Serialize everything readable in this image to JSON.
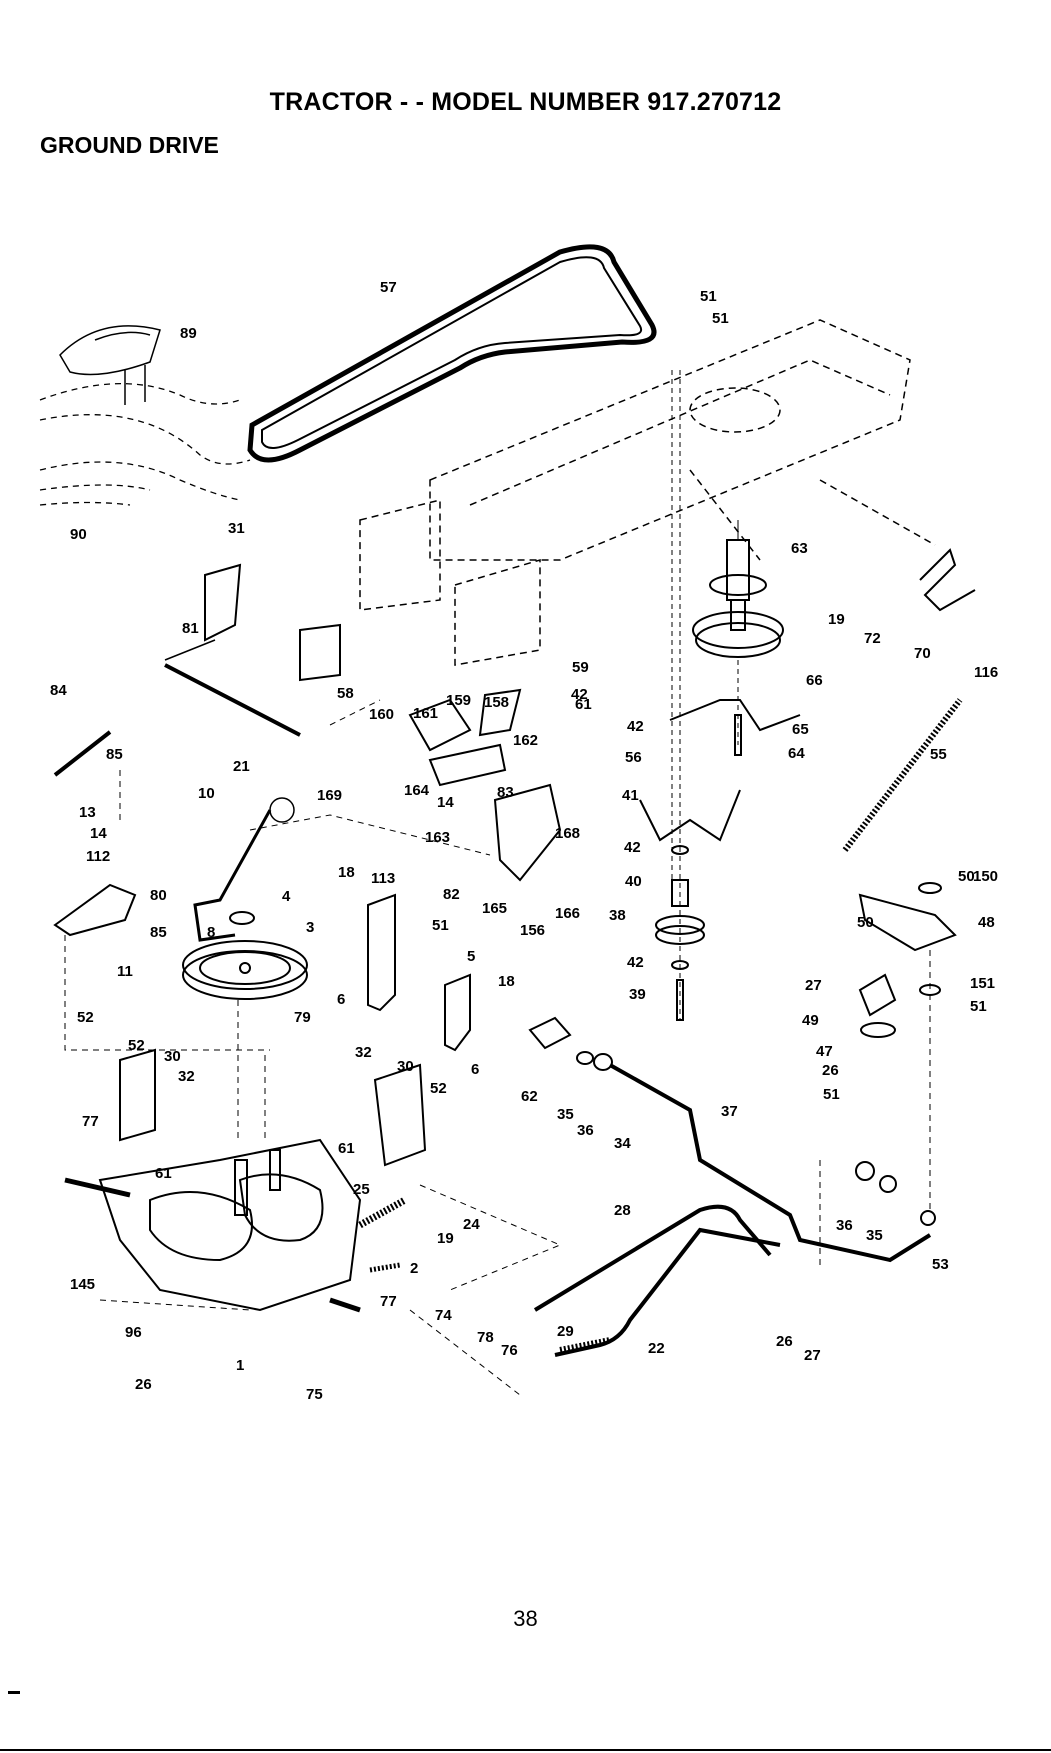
{
  "page": {
    "title": "TRACTOR - - MODEL NUMBER 917.270712",
    "section": "GROUND DRIVE",
    "page_number": "38"
  },
  "callouts": [
    "57",
    "51",
    "51",
    "89",
    "90",
    "31",
    "81",
    "58",
    "84",
    "85",
    "21",
    "10",
    "8",
    "13",
    "14",
    "112",
    "80",
    "85",
    "11",
    "160",
    "161",
    "159",
    "158",
    "162",
    "169",
    "164",
    "14",
    "83",
    "163",
    "168",
    "18",
    "113",
    "82",
    "165",
    "156",
    "166",
    "4",
    "3",
    "51",
    "5",
    "18",
    "6",
    "79",
    "6",
    "52",
    "52",
    "30",
    "32",
    "77",
    "61",
    "32",
    "30",
    "52",
    "61",
    "25",
    "24",
    "19",
    "2",
    "77",
    "145",
    "96",
    "26",
    "1",
    "74",
    "78",
    "76",
    "75",
    "29",
    "22",
    "28",
    "59",
    "42",
    "61",
    "42",
    "56",
    "41",
    "42",
    "40",
    "38",
    "42",
    "39",
    "62",
    "35",
    "36",
    "34",
    "37",
    "63",
    "19",
    "72",
    "70",
    "116",
    "66",
    "65",
    "64",
    "55",
    "50",
    "50",
    "150",
    "48",
    "27",
    "151",
    "51",
    "49",
    "47",
    "26",
    "51",
    "36",
    "35",
    "53",
    "26",
    "27"
  ]
}
